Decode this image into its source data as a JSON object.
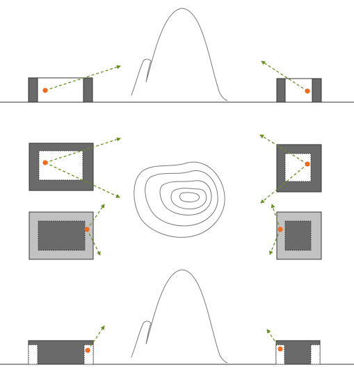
{
  "colors": {
    "background": "#ffffff",
    "line": "#333333",
    "mountain": "#777777",
    "dark_gray": "#6a6a6a",
    "light_gray": "#c2c2c2",
    "opening": "#ffffff",
    "viewpoint": "#ef6a1e",
    "sight_line": "#6b8e23"
  },
  "panels": [
    {
      "id": "elevation-top",
      "view": "elevation",
      "subject": "mountain"
    },
    {
      "id": "plan-middle",
      "view": "plan",
      "subject": "contour-map"
    },
    {
      "id": "elevation-bottom",
      "view": "elevation",
      "subject": "mountain"
    }
  ],
  "vignettes": [
    {
      "id": "wall-opening-left",
      "panel": "elevation-top",
      "type": "wall-opening",
      "sight_lines": 1
    },
    {
      "id": "wall-opening-right",
      "panel": "elevation-top",
      "type": "wall-opening",
      "sight_lines": 1
    },
    {
      "id": "framed-opening-left",
      "panel": "plan-middle",
      "type": "framed-window",
      "sight_lines": 2
    },
    {
      "id": "framed-opening-right",
      "panel": "plan-middle",
      "type": "framed-window",
      "sight_lines": 2
    },
    {
      "id": "edge-view-left",
      "panel": "plan-middle",
      "type": "edge-viewpoint",
      "sight_lines": 2
    },
    {
      "id": "edge-view-right",
      "panel": "plan-middle",
      "type": "edge-viewpoint",
      "sight_lines": 2
    },
    {
      "id": "block-corner-left",
      "panel": "elevation-bottom",
      "type": "solid-block",
      "sight_lines": 1
    },
    {
      "id": "block-corner-right",
      "panel": "elevation-bottom",
      "type": "solid-block",
      "sight_lines": 1
    }
  ]
}
